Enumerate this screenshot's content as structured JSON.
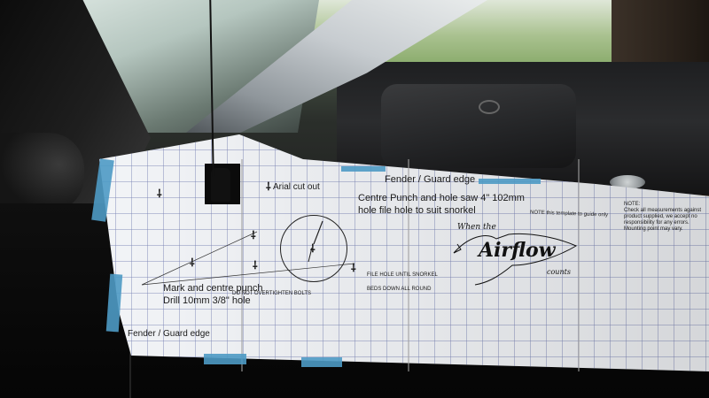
{
  "template": {
    "fender_edge_top": "Fender / Guard edge",
    "arial_cut_out": "Arial cut out",
    "centre_punch_line1": "Centre Punch and hole saw 4\" 102mm",
    "centre_punch_line2": "hole file hole to suit snorkel",
    "mark_punch_line1": "Mark and centre punch",
    "mark_punch_line2": "Drill 10mm 3/8\" hole",
    "do_not_overtighten": "DO NOT OVERTIGHTEN BOLTS",
    "file_hole_line1": "FILE HOLE UNTIL SNORKEL",
    "file_hole_line2": "BEDS DOWN ALL ROUND",
    "fender_edge_bottom": "Fender / Guard edge",
    "note_template": "NOTE this template to guide only",
    "note_small_title": "NOTE:",
    "note_small_lines": [
      "Check all measurements against",
      "product supplied, we accept no",
      "responsibility for any errors.",
      "Mounting point may vary."
    ]
  },
  "logo": {
    "when_the": "When the",
    "brand": "Airflow",
    "counts": "counts"
  },
  "colors": {
    "paper": "#f2f4f7",
    "grid": "#7882b4",
    "tape": "#4e9ac4",
    "car_body": "#0f0f0f"
  }
}
